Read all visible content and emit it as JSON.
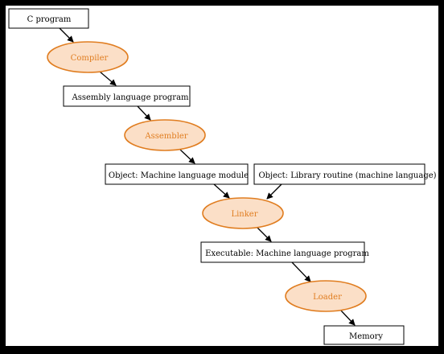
{
  "colors": {
    "process_fill": "#fbdfc7",
    "process_stroke": "#e07d20",
    "process_text": "#e07d20",
    "box_stroke": "#000000",
    "arrow": "#000000"
  },
  "nodes": {
    "c_program": {
      "label": "C program",
      "kind": "data"
    },
    "compiler": {
      "label": "Compiler",
      "kind": "process"
    },
    "assembly_program": {
      "label": "Assembly language program",
      "kind": "data"
    },
    "assembler": {
      "label": "Assembler",
      "kind": "process"
    },
    "object_module": {
      "label": "Object: Machine language module",
      "kind": "data"
    },
    "library_routine": {
      "label": "Object: Library routine (machine language)",
      "kind": "data"
    },
    "linker": {
      "label": "Linker",
      "kind": "process"
    },
    "executable": {
      "label": "Executable: Machine language program",
      "kind": "data"
    },
    "loader": {
      "label": "Loader",
      "kind": "process"
    },
    "memory": {
      "label": "Memory",
      "kind": "data"
    }
  },
  "edges": [
    {
      "from": "c_program",
      "to": "compiler"
    },
    {
      "from": "compiler",
      "to": "assembly_program"
    },
    {
      "from": "assembly_program",
      "to": "assembler"
    },
    {
      "from": "assembler",
      "to": "object_module"
    },
    {
      "from": "object_module",
      "to": "linker"
    },
    {
      "from": "library_routine",
      "to": "linker"
    },
    {
      "from": "linker",
      "to": "executable"
    },
    {
      "from": "executable",
      "to": "loader"
    },
    {
      "from": "loader",
      "to": "memory"
    }
  ]
}
